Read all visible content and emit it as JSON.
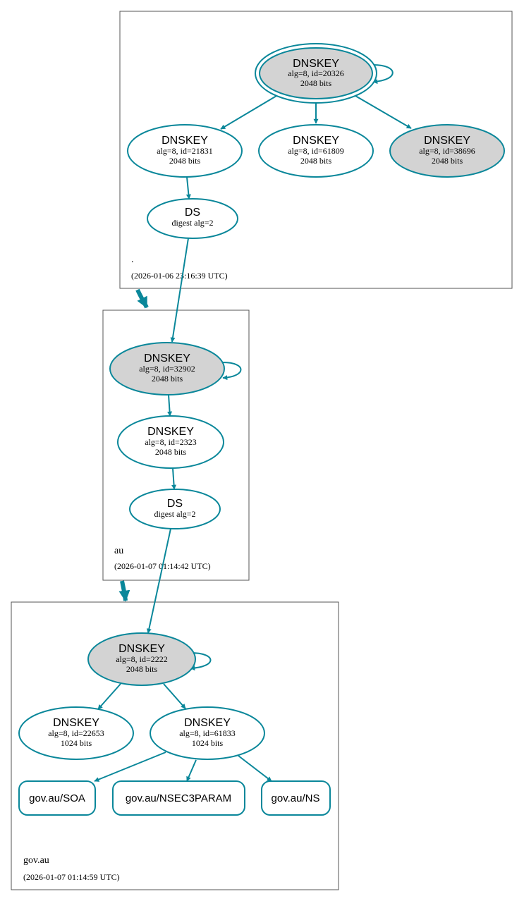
{
  "colors": {
    "edge": "#0a879a",
    "sep_fill": "#d3d3d3",
    "node_fill": "#ffffff",
    "zone_border": "#555555"
  },
  "zones": [
    {
      "id": "root",
      "name": ".",
      "timestamp": "(2026-01-06 23:16:39 UTC)"
    },
    {
      "id": "au",
      "name": "au",
      "timestamp": "(2026-01-07 01:14:42 UTC)"
    },
    {
      "id": "gov-au",
      "name": "gov.au",
      "timestamp": "(2026-01-07 01:14:59 UTC)"
    }
  ],
  "nodes": {
    "root_ksk": {
      "title": "DNSKEY",
      "line1": "alg=8, id=20326",
      "line2": "2048 bits",
      "sep": true,
      "trust_anchor": true
    },
    "root_zsk1": {
      "title": "DNSKEY",
      "line1": "alg=8, id=21831",
      "line2": "2048 bits",
      "sep": false
    },
    "root_zsk2": {
      "title": "DNSKEY",
      "line1": "alg=8, id=61809",
      "line2": "2048 bits",
      "sep": false
    },
    "root_ksk2": {
      "title": "DNSKEY",
      "line1": "alg=8, id=38696",
      "line2": "2048 bits",
      "sep": true
    },
    "root_ds": {
      "title": "DS",
      "line1": "digest alg=2"
    },
    "au_ksk": {
      "title": "DNSKEY",
      "line1": "alg=8, id=32902",
      "line2": "2048 bits",
      "sep": true
    },
    "au_zsk": {
      "title": "DNSKEY",
      "line1": "alg=8, id=2323",
      "line2": "2048 bits",
      "sep": false
    },
    "au_ds": {
      "title": "DS",
      "line1": "digest alg=2"
    },
    "gov_ksk": {
      "title": "DNSKEY",
      "line1": "alg=8, id=2222",
      "line2": "2048 bits",
      "sep": true
    },
    "gov_zsk1": {
      "title": "DNSKEY",
      "line1": "alg=8, id=22653",
      "line2": "1024 bits",
      "sep": false
    },
    "gov_zsk2": {
      "title": "DNSKEY",
      "line1": "alg=8, id=61833",
      "line2": "1024 bits",
      "sep": false
    }
  },
  "rrsets": {
    "soa": "gov.au/SOA",
    "nsec3param": "gov.au/NSEC3PARAM",
    "ns": "gov.au/NS"
  }
}
